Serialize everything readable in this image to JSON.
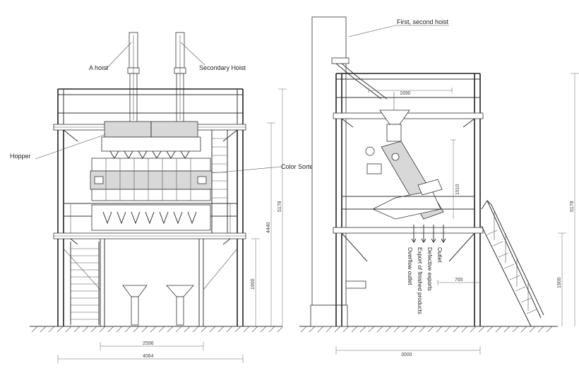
{
  "labels": {
    "a_hoist": "A hoist",
    "secondary_hoist": "Secondary Hoist",
    "hopper": "Hopper",
    "color_sorter": "Color Sorter",
    "first_second_hoist": "First, second hoist",
    "outlet": "Outlet",
    "defective_exports": "Defective exports",
    "export_finished": "Export of finished products",
    "overflow_outlet": "Overflow outlet"
  },
  "dimensions": {
    "front_inner_width": "2596",
    "front_outer_width": "4064",
    "front_height_total": "5178",
    "front_height_platform": "4440",
    "front_height_lower": "1900",
    "side_width": "3000",
    "side_height_total": "5178",
    "side_height_lower": "1900",
    "side_top_width": "1690",
    "side_sorter_height": "1910",
    "side_outlet_width": "765"
  },
  "colors": {
    "line": "#333333",
    "background": "#ffffff"
  }
}
